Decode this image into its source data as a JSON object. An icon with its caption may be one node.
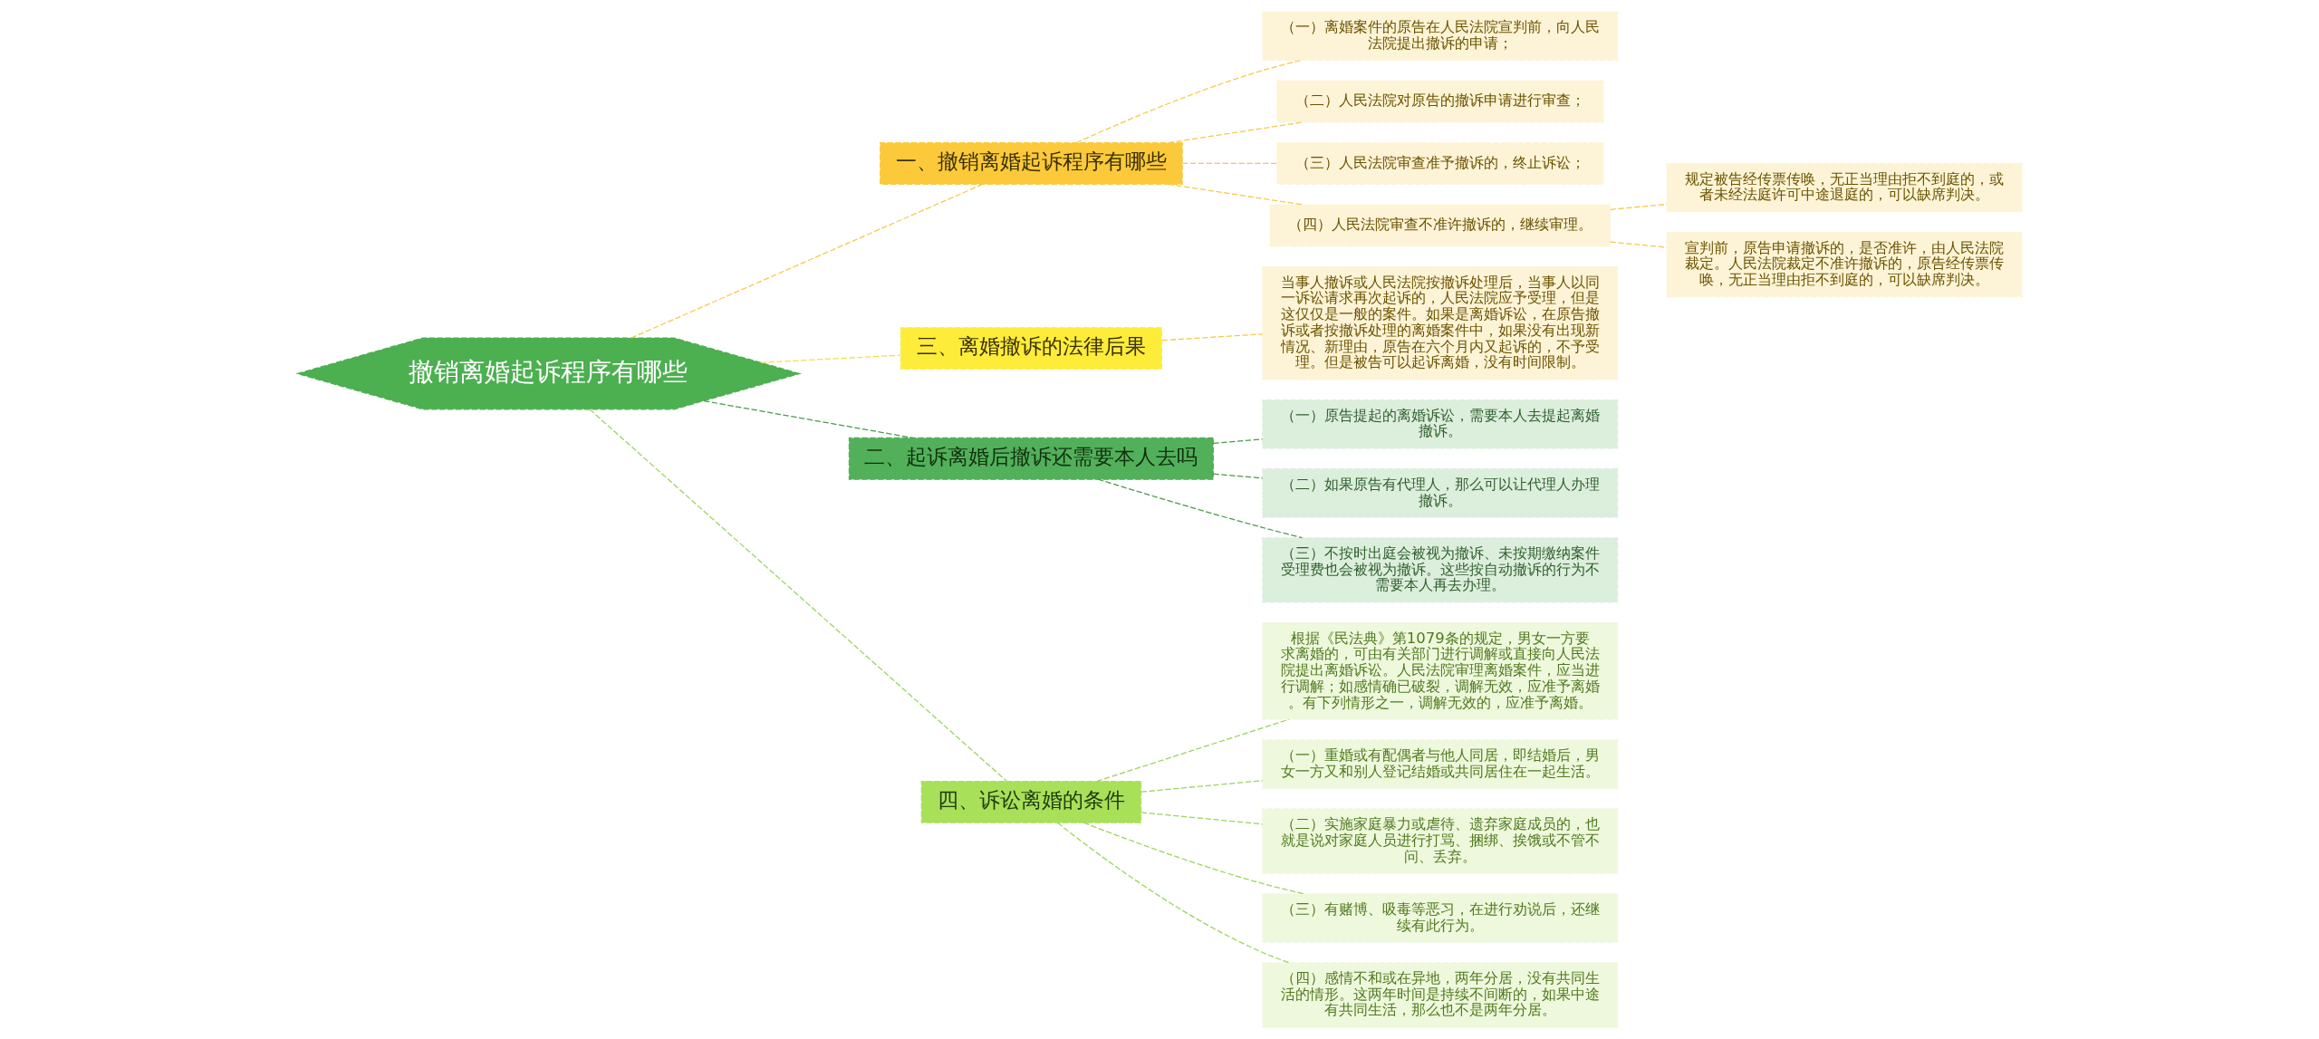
{
  "diagram": {
    "nodes": [
      {
        "text": [
          "撤销离婚起诉程序有哪些"
        ]
      },
      {
        "text": [
          "一、撤销离婚起诉程序有哪些"
        ]
      },
      {
        "text": [
          "（一）离婚案件的原告在人民法院宣判前，向人民法院提出撤诉的申请；"
        ]
      },
      {
        "text": [
          "（二）人民法院对原告的撤诉申请进行审查；"
        ]
      },
      {
        "text": [
          "（三）人民法院审查准予撤诉的，终止诉讼；"
        ]
      },
      {
        "text": [
          "（四）人民法院审查不准许撤诉的，继续审理。"
        ]
      },
      {
        "text": [
          "规定被告经传票传唤，无正当理由拒不到庭的，或者未经法庭许可中途退庭的，可以缺席判决。"
        ]
      },
      {
        "text": [
          "宣判前，原告申请撤诉的，是否准许，由人民法院裁定。人民法院裁定不准许撤诉的，原告经传票传唤，无正当理由拒不到庭的，可以缺席判决。"
        ]
      },
      {
        "text": [
          "三、离婚撤诉的法律后果"
        ]
      },
      {
        "text": [
          "当事人撤诉或人民法院按撤诉处理后，当事人以同一诉讼请求再次起诉的，人民法院应予受理，但是这仅仅是一般的案件。如果是离婚诉讼，在原告撤诉或者按撤诉处理的离婚案件中，如果没有出现新情况、新理由，原告在六个月内又起诉的，不予受理。但是被告可以起诉离婚，没有时间限制。"
        ]
      },
      {
        "text": [
          "二、起诉离婚后撤诉还需要本人去吗"
        ]
      },
      {
        "text": [
          "（一）原告提起的离婚诉讼，需要本人去提起离婚撤诉。"
        ]
      },
      {
        "text": [
          "（二）如果原告有代理人，那么可以让代理人办理撤诉。"
        ]
      },
      {
        "text": [
          "（三）不按时出庭会被视为撤诉、未按期缴纳案件受理费也会被视为撤诉。这些按自动撤诉的行为不需要本人再去办理。"
        ]
      },
      {
        "text": [
          "四、诉讼离婚的条件"
        ]
      },
      {
        "text": [
          "根据《民法典》第1079条的规定，男女一方要求离婚的，可由有关部门进行调解或直接向人民法院提出离婚诉讼。人民法院审理离婚案件，应当进行调解；如感情确已破裂，调解无效，应准予离婚。有下列情形之一，调解无效的，应准予离婚。"
        ]
      },
      {
        "text": [
          "（一）重婚或有配偶者与他人同居，即结婚后，男女一方又和别人登记结婚或共同居住在一起生活。"
        ]
      },
      {
        "text": [
          "（二）实施家庭暴力或虐待、遗弃家庭成员的，也就是说对家庭人员进行打骂、捆绑、挨饿或不管不问、丢弃。"
        ]
      },
      {
        "text": [
          "（三）有赌博、吸毒等恶习，在进行劝说后，还继续有此行为。"
        ]
      },
      {
        "text": [
          "（四）感情不和或在异地，两年分居，没有共同生活的情形。这两年时间是持续不间断的，如果中途有共同生活，那么也不是两年分居。"
        ]
      }
    ],
    "edges": [
      {
        "from": 0,
        "to": 1,
        "arrow": "none",
        "style": "dashed",
        "color": "#f5c94a"
      },
      {
        "from": 1,
        "to": 2,
        "arrow": "none",
        "style": "dashed",
        "color": "#f5c94a"
      },
      {
        "from": 1,
        "to": 3,
        "arrow": "none",
        "style": "dashed",
        "color": "#f5c94a"
      },
      {
        "from": 1,
        "to": 4,
        "arrow": "none",
        "style": "dashed",
        "color": "#f5c94a"
      },
      {
        "from": 1,
        "to": 5,
        "arrow": "none",
        "style": "dashed",
        "color": "#f5c94a"
      },
      {
        "from": 5,
        "to": 6,
        "arrow": "none",
        "style": "dashed",
        "color": "#f5c94a"
      },
      {
        "from": 5,
        "to": 7,
        "arrow": "none",
        "style": "dashed",
        "color": "#f5c94a"
      },
      {
        "from": 0,
        "to": 8,
        "arrow": "none",
        "style": "dashed",
        "color": "#f0e04a"
      },
      {
        "from": 8,
        "to": 9,
        "arrow": "none",
        "style": "dashed",
        "color": "#f5c94a"
      },
      {
        "from": 0,
        "to": 10,
        "arrow": "none",
        "style": "dashed",
        "color": "#4a9a4a"
      },
      {
        "from": 10,
        "to": 11,
        "arrow": "none",
        "style": "dashed",
        "color": "#4a9a4a"
      },
      {
        "from": 10,
        "to": 12,
        "arrow": "none",
        "style": "dashed",
        "color": "#4a9a4a"
      },
      {
        "from": 10,
        "to": 13,
        "arrow": "none",
        "style": "dashed",
        "color": "#4a9a4a"
      },
      {
        "from": 0,
        "to": 14,
        "arrow": "none",
        "style": "dashed",
        "color": "#9ad45a"
      },
      {
        "from": 14,
        "to": 15,
        "arrow": "none",
        "style": "dashed",
        "color": "#9ad45a"
      },
      {
        "from": 14,
        "to": 16,
        "arrow": "none",
        "style": "dashed",
        "color": "#9ad45a"
      },
      {
        "from": 14,
        "to": 17,
        "arrow": "none",
        "style": "dashed",
        "color": "#9ad45a"
      },
      {
        "from": 14,
        "to": 18,
        "arrow": "none",
        "style": "dashed",
        "color": "#9ad45a"
      },
      {
        "from": 14,
        "to": 19,
        "arrow": "none",
        "style": "dashed",
        "color": "#9ad45a"
      }
    ]
  }
}
